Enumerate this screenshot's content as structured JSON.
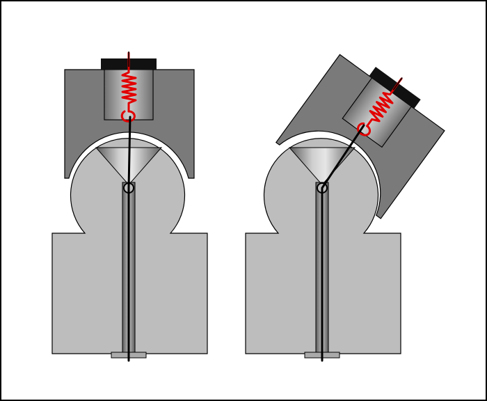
{
  "diagram": {
    "panels": [
      {
        "id": "left-assembly",
        "state": "upright"
      },
      {
        "id": "right-assembly",
        "state": "tilted"
      }
    ],
    "colors": {
      "background": "#ffffff",
      "frame": "#000000",
      "base_fill": "#bdbdbd",
      "cap_fill": "#7a7a7a",
      "cap_socket_fill": "#a9a9a9",
      "spring": "#e10000",
      "cable": "#000000",
      "outline": "#000000",
      "gap": "#ffffff",
      "end_plate": "#111111"
    },
    "icons": [
      "ball-joint",
      "coil-spring",
      "cable",
      "funnel-socket"
    ]
  }
}
